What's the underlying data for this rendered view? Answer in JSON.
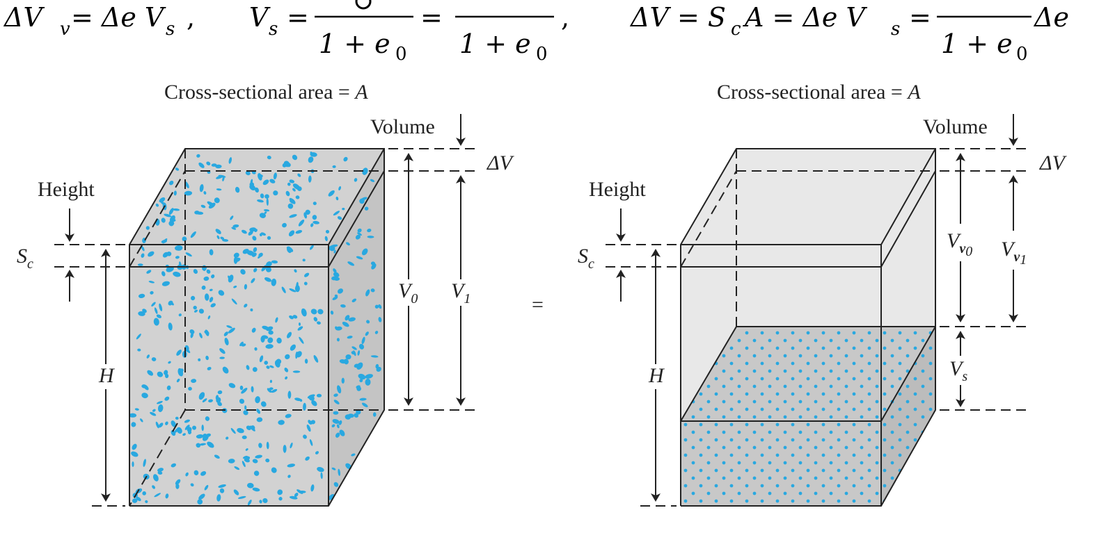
{
  "equations": {
    "delta_vv": "ΔV",
    "delta_vv_sub": "v",
    "delta_vv_rhs": "= Δe V",
    "delta_vv_rhs_sub": "s",
    "comma1": ",",
    "vs_lhs": "V",
    "vs_lhs_sub": "s",
    "vs_eq": "=",
    "vs_den1": "1 + e",
    "vs_den1_sub": "0",
    "vs_eq2": "=",
    "vs_den2": "1 + e",
    "vs_den2_sub": "0",
    "comma2": ",",
    "dv_lhs": "ΔV = S",
    "dv_lhs_sub": "c",
    "dv_mid": "A = Δe V",
    "dv_mid_sub": "s",
    "dv_eq": "=",
    "dv_den": "1 + e",
    "dv_den_sub": "0",
    "dv_tail": "Δe"
  },
  "left_figure": {
    "area_label": "Cross-sectional area = ",
    "area_symbol": "A",
    "volume_label": "Volume",
    "delta_v": "ΔV",
    "height_label": "Height",
    "sc_label": "S",
    "sc_sub": "c",
    "h_label": "H",
    "v0_label": "V",
    "v0_sub": "0",
    "v1_label": "V",
    "v1_sub": "1"
  },
  "equals_sign": "=",
  "right_figure": {
    "area_label": "Cross-sectional area = ",
    "area_symbol": "A",
    "volume_label": "Volume",
    "delta_v": "ΔV",
    "height_label": "Height",
    "sc_label": "S",
    "sc_sub": "c",
    "h_label": "H",
    "vv0_label": "V",
    "vv0_sub": "v",
    "vv0_subsub": "0",
    "vv1_label": "V",
    "vv1_sub": "v",
    "vv1_subsub": "1",
    "vs_label": "V",
    "vs_sub": "s"
  },
  "colors": {
    "soil_fill": "#d2d2d2",
    "grain_color": "#29a8e0",
    "void_fill": "#e8e8e8",
    "solid_fill": "#c8c8c8",
    "line": "#222222"
  }
}
